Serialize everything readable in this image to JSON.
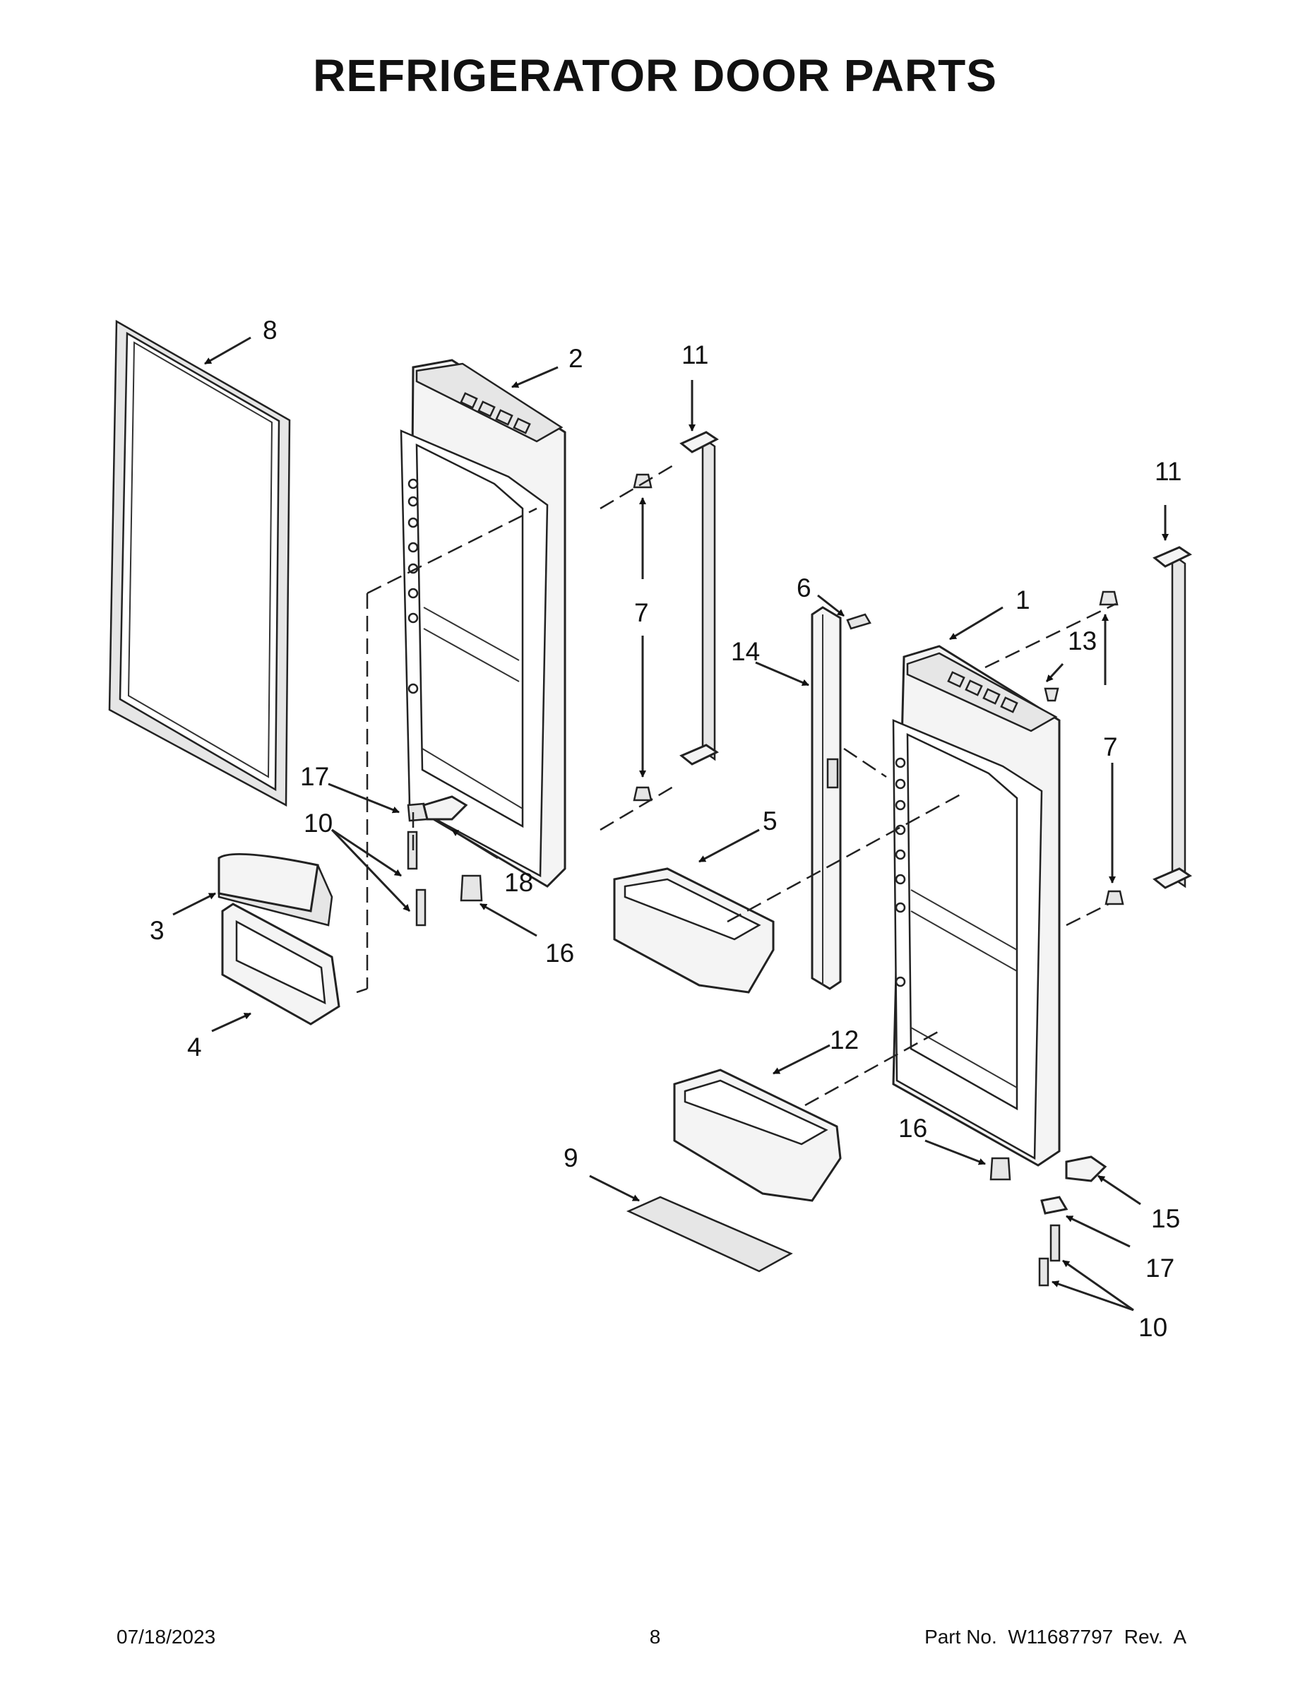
{
  "page": {
    "title": "REFRIGERATOR DOOR PARTS",
    "footer": {
      "date": "07/18/2023",
      "page_number": "8",
      "part_number": "Part No.  W11687797  Rev.  A"
    }
  },
  "callouts": {
    "c1": "1",
    "c2": "2",
    "c3": "3",
    "c4": "4",
    "c5": "5",
    "c6": "6",
    "c7a": "7",
    "c7b": "7",
    "c8": "8",
    "c9": "9",
    "c10a": "10",
    "c10b": "10",
    "c11a": "11",
    "c11b": "11",
    "c12": "12",
    "c13": "13",
    "c14": "14",
    "c15": "15",
    "c16a": "16",
    "c16b": "16",
    "c17a": "17",
    "c17b": "17",
    "c18": "18"
  }
}
